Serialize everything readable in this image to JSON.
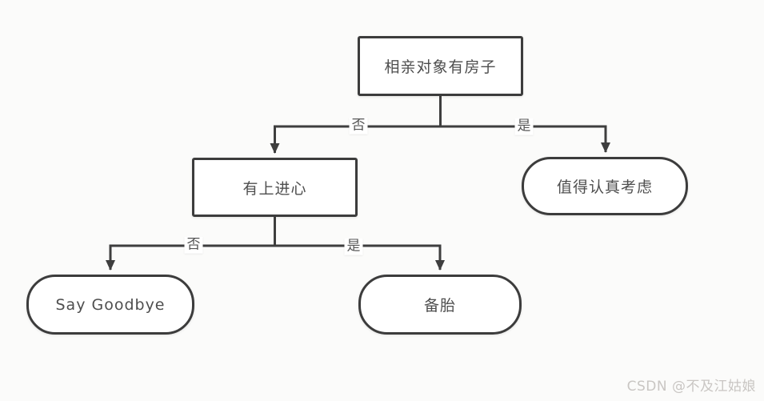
{
  "diagram": {
    "nodes": {
      "root": {
        "label": "相亲对象有房子",
        "shape": "rect"
      },
      "ambition": {
        "label": "有上进心",
        "shape": "rect"
      },
      "consider": {
        "label": "值得认真考虑",
        "shape": "rounded"
      },
      "goodbye": {
        "label": "Say Goodbye",
        "shape": "rounded"
      },
      "backup": {
        "label": "备胎",
        "shape": "rounded"
      }
    },
    "edge_labels": {
      "root_no": "否",
      "root_yes": "是",
      "ambition_no": "否",
      "ambition_yes": "是"
    },
    "colors": {
      "line": "#3e3e3e",
      "node_border": "#3c3c3c",
      "node_fill": "#ffffff",
      "text": "#4e4e4e",
      "background": "#fbfbfa",
      "watermark": "#c9c6c3"
    }
  },
  "watermark": {
    "text": "CSDN @不及江姑娘"
  }
}
